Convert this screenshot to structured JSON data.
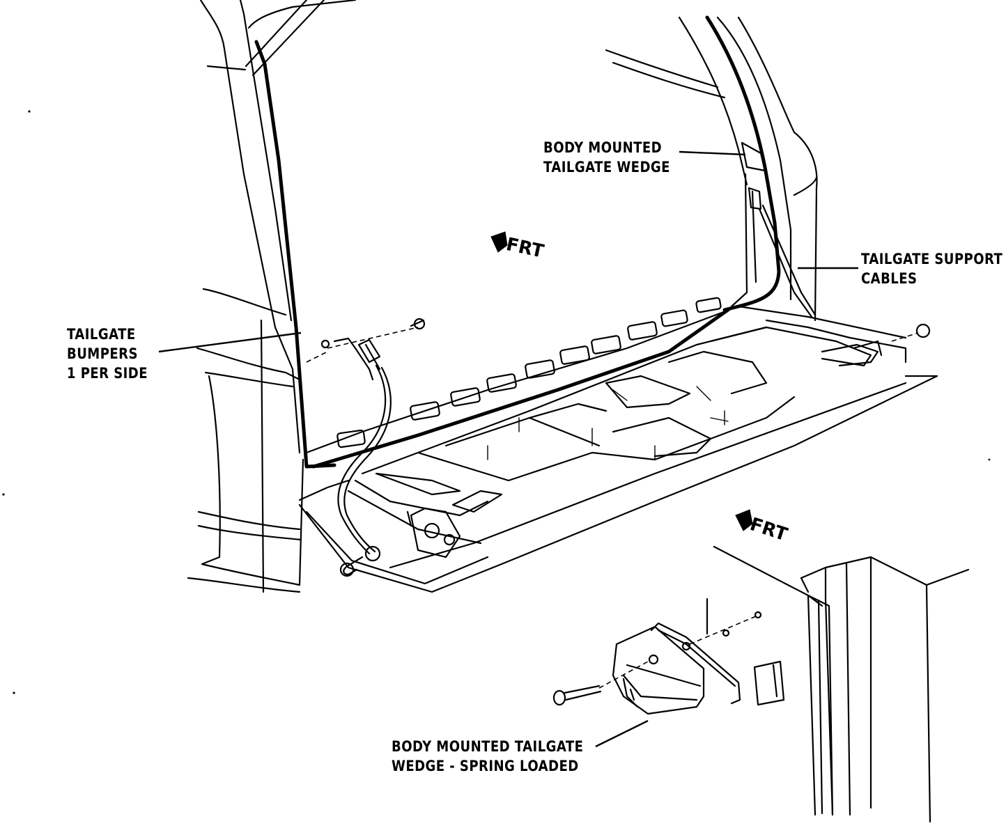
{
  "callouts": {
    "body_wedge": [
      "BODY MOUNTED",
      "TAILGATE WEDGE"
    ],
    "support_cables": [
      "TAILGATE SUPPORT",
      "CABLES"
    ],
    "bumpers": [
      "TAILGATE",
      "BUMPERS",
      "1 PER SIDE"
    ],
    "spring_wedge": [
      "BODY MOUNTED TAILGATE",
      "WEDGE - SPRING LOADED"
    ]
  },
  "direction_markers": {
    "main": "FRT",
    "detail": "FRT"
  },
  "icons": {
    "direction": "front-arrow-icon"
  }
}
